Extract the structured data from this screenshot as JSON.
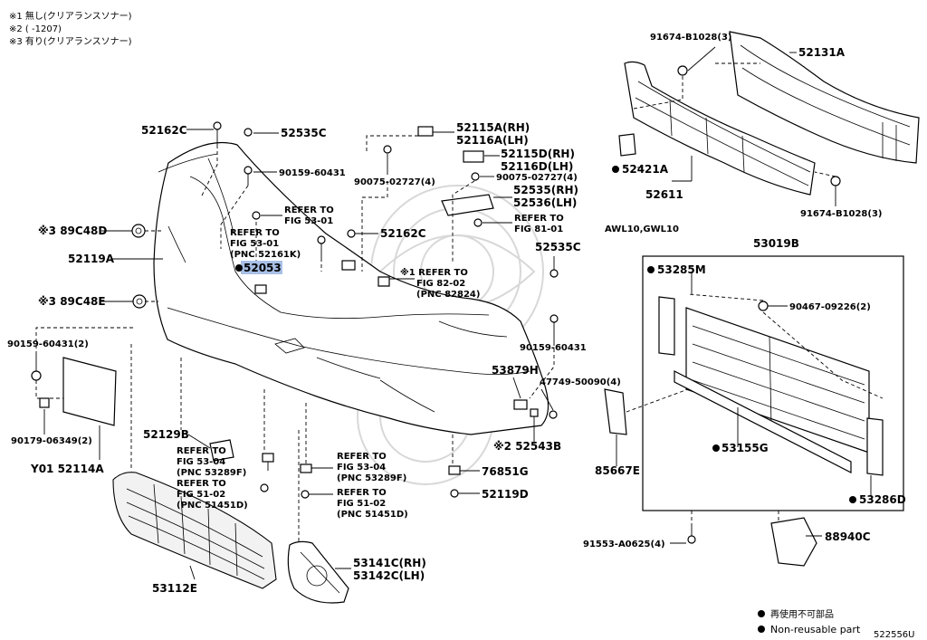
{
  "notes": [
    "※1 無し(クリアランスソナー)",
    "※2 (      -1207)",
    "※3 有り(クリアランスソナー)"
  ],
  "labels": {
    "p52162c_top": "52162C",
    "p52535c_top": "52535C",
    "p90159_60431_top": "90159-60431",
    "p52115a": "52115A(RH)",
    "p52116a": "52116A(LH)",
    "p90075_1": "90075-02727(4)",
    "p52115d": "52115D(RH)",
    "p52116d": "52116D(LH)",
    "p90075_2": "90075-02727(4)",
    "p52535": "52535(RH)",
    "p52536": "52536(LH)",
    "ref_81_01_a": "REFER TO",
    "ref_81_01_b": "FIG 81-01",
    "ref_53_01_a": "REFER TO",
    "ref_53_01_b": "FIG 53-01",
    "ref_53_01k_a": "REFER TO",
    "ref_53_01k_b": "FIG 53-01",
    "ref_53_01k_c": "(PNC 52161K)",
    "p52162c_mid": "52162C",
    "p89c48d": "※3 89C48D",
    "p52119a": "52119A",
    "p52053": "52053",
    "p89c48e": "※3 89C48E",
    "p90159_60431_2": "90159-60431(2)",
    "p90179": "90179-06349(2)",
    "p52114a": "Y01 52114A",
    "ref_82_02_a": "※1 REFER TO",
    "ref_82_02_b": "FIG 82-02",
    "ref_82_02_c": "(PNC 82824)",
    "p52535c_right": "52535C",
    "p90159_60431_right": "90159-60431",
    "p53879h": "53879H",
    "p47749": "47749-50090(4)",
    "p52543b": "※2 52543B",
    "p76851g": "76851G",
    "p52119d": "52119D",
    "p52129b": "52129B",
    "ref_53_04_a": "REFER TO",
    "ref_53_04_b": "FIG 53-04",
    "ref_53_04_c": "(PNC 53289F)",
    "ref_51_02_a": "REFER TO",
    "ref_51_02_b": "FIG 51-02",
    "ref_51_02_c": "(PNC 51451D)",
    "ref_53_04r_a": "REFER TO",
    "ref_53_04r_b": "FIG 53-04",
    "ref_53_04r_c": "(PNC 53289F)",
    "ref_51_02r_a": "REFER TO",
    "ref_51_02r_b": "FIG 51-02",
    "ref_51_02r_c": "(PNC 51451D)",
    "p53112e": "53112E",
    "p53141c": "53141C(RH)",
    "p53142c": "53142C(LH)",
    "p91674_top": "91674-B1028(3)",
    "p52131a": "52131A",
    "p52421a": "52421A",
    "p52611": "52611",
    "p91674_bottom": "91674-B1028(3)",
    "grade": "AWL10,GWL10",
    "p53019b": "53019B",
    "p53285m": "53285M",
    "p90467": "90467-09226(2)",
    "p53155g": "53155G",
    "p85667e": "85667E",
    "p53286d": "53286D",
    "p91553": "91553-A0625(4)",
    "p88940c": "88940C"
  },
  "legend": {
    "jp": "再使用不可部品",
    "en": "Non-reusable part"
  },
  "figure_id": "522556U",
  "colors": {
    "highlight": "#a9c0e6",
    "ink": "#000000"
  }
}
